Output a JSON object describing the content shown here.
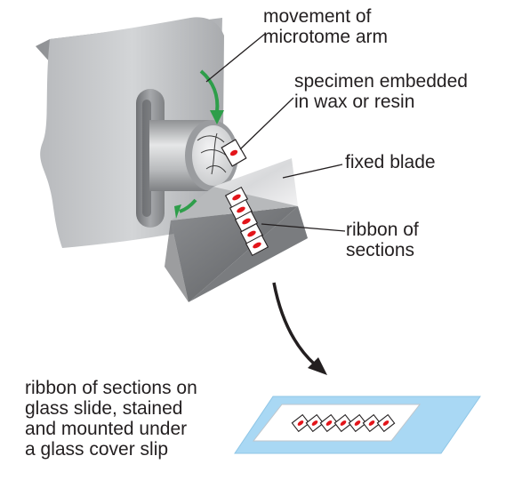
{
  "labels": {
    "movement": [
      "movement of",
      "microtome arm"
    ],
    "specimen": [
      "specimen embedded",
      "in wax or resin"
    ],
    "blade": [
      "fixed blade"
    ],
    "ribbon": [
      "ribbon of",
      "sections"
    ],
    "slide": [
      "ribbon of sections on",
      "glass slide, stained",
      "and mounted under",
      "a glass cover slip"
    ]
  },
  "colors": {
    "arm_arrow": "#2e9e4a",
    "section_mark": "#e3151a",
    "slide_glass": "#a9d8f4",
    "label_text": "#231f20",
    "leader_line": "#231f20"
  }
}
